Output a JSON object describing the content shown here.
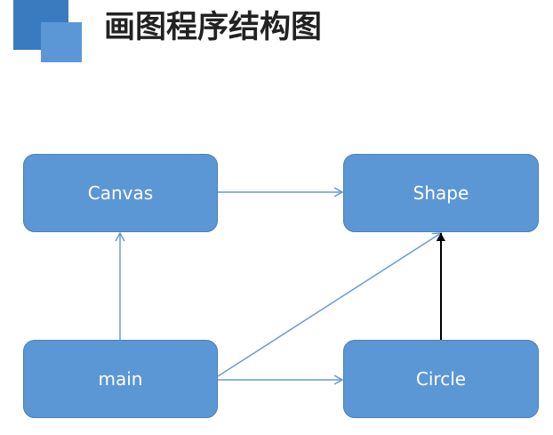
{
  "header": {
    "title": "画图程序结构图"
  },
  "diagram": {
    "nodes": [
      {
        "id": "canvas",
        "label": "Canvas"
      },
      {
        "id": "shape",
        "label": "Shape"
      },
      {
        "id": "main",
        "label": "main"
      },
      {
        "id": "circle",
        "label": "Circle"
      }
    ],
    "edges": [
      {
        "from": "canvas",
        "to": "shape",
        "style": "open-arrow",
        "color": "#6a9ad0"
      },
      {
        "from": "main",
        "to": "canvas",
        "style": "open-arrow",
        "color": "#6a9ad0"
      },
      {
        "from": "main",
        "to": "shape",
        "style": "open-arrow",
        "color": "#6a9ad0"
      },
      {
        "from": "main",
        "to": "circle",
        "style": "open-arrow",
        "color": "#6a9ad0"
      },
      {
        "from": "circle",
        "to": "shape",
        "style": "solid-arrow",
        "color": "#000000"
      }
    ]
  },
  "colors": {
    "node_fill": "#5b97d5",
    "node_border": "#4a7fb8",
    "accent_dark": "#3a7bc0",
    "accent_light": "#5b97d6"
  }
}
